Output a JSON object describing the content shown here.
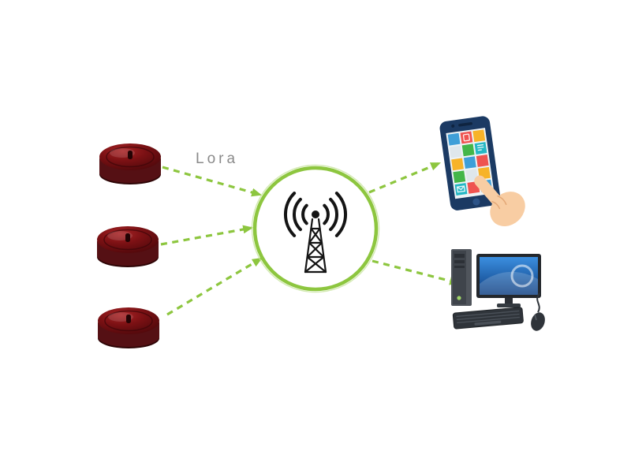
{
  "diagram": {
    "lora_label": "Lora",
    "colors": {
      "background": "#ffffff",
      "arrow_green": "#8dc63f",
      "ring_green": "#8dc63f",
      "device_red": "#7c1114",
      "icon_black": "#141414",
      "label_gray": "#8a8a8a"
    },
    "nodes": [
      {
        "id": "sensor-1",
        "type": "lora-sensor-device",
        "side": "left"
      },
      {
        "id": "sensor-2",
        "type": "lora-sensor-device",
        "side": "left"
      },
      {
        "id": "sensor-3",
        "type": "lora-sensor-device",
        "side": "left"
      },
      {
        "id": "gateway",
        "type": "lora-gateway-antenna",
        "side": "center"
      },
      {
        "id": "smartphone",
        "type": "smartphone-in-hand",
        "side": "top-right"
      },
      {
        "id": "desktop-computer",
        "type": "desktop-computer",
        "side": "bottom-right"
      }
    ],
    "edges": [
      {
        "from": "sensor-1",
        "to": "gateway",
        "label": "Lora",
        "style": "dashed-green-arrow"
      },
      {
        "from": "sensor-2",
        "to": "gateway",
        "style": "dashed-green-arrow"
      },
      {
        "from": "sensor-3",
        "to": "gateway",
        "style": "dashed-green-arrow"
      },
      {
        "from": "gateway",
        "to": "smartphone",
        "style": "dashed-green-arrow"
      },
      {
        "from": "gateway",
        "to": "desktop-computer",
        "style": "dashed-green-arrow"
      }
    ]
  }
}
